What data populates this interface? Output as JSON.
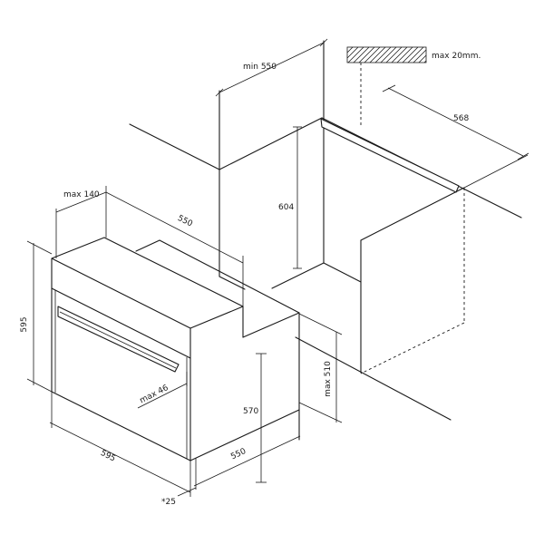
{
  "diagram": {
    "labels": {
      "min_550": "min 550",
      "max_20mm": "max 20mm.",
      "d_568": "568",
      "max_140": "max 140",
      "d_550_top": "550",
      "d_604": "604",
      "d_595_height": "595",
      "max_46": "max 46",
      "d_570": "570",
      "max_510": "max 510",
      "d_595_width": "595",
      "d_550_depth": "550",
      "d_25": "*25"
    },
    "colors": {
      "line": "#1a1a1a",
      "background": "#ffffff"
    }
  }
}
